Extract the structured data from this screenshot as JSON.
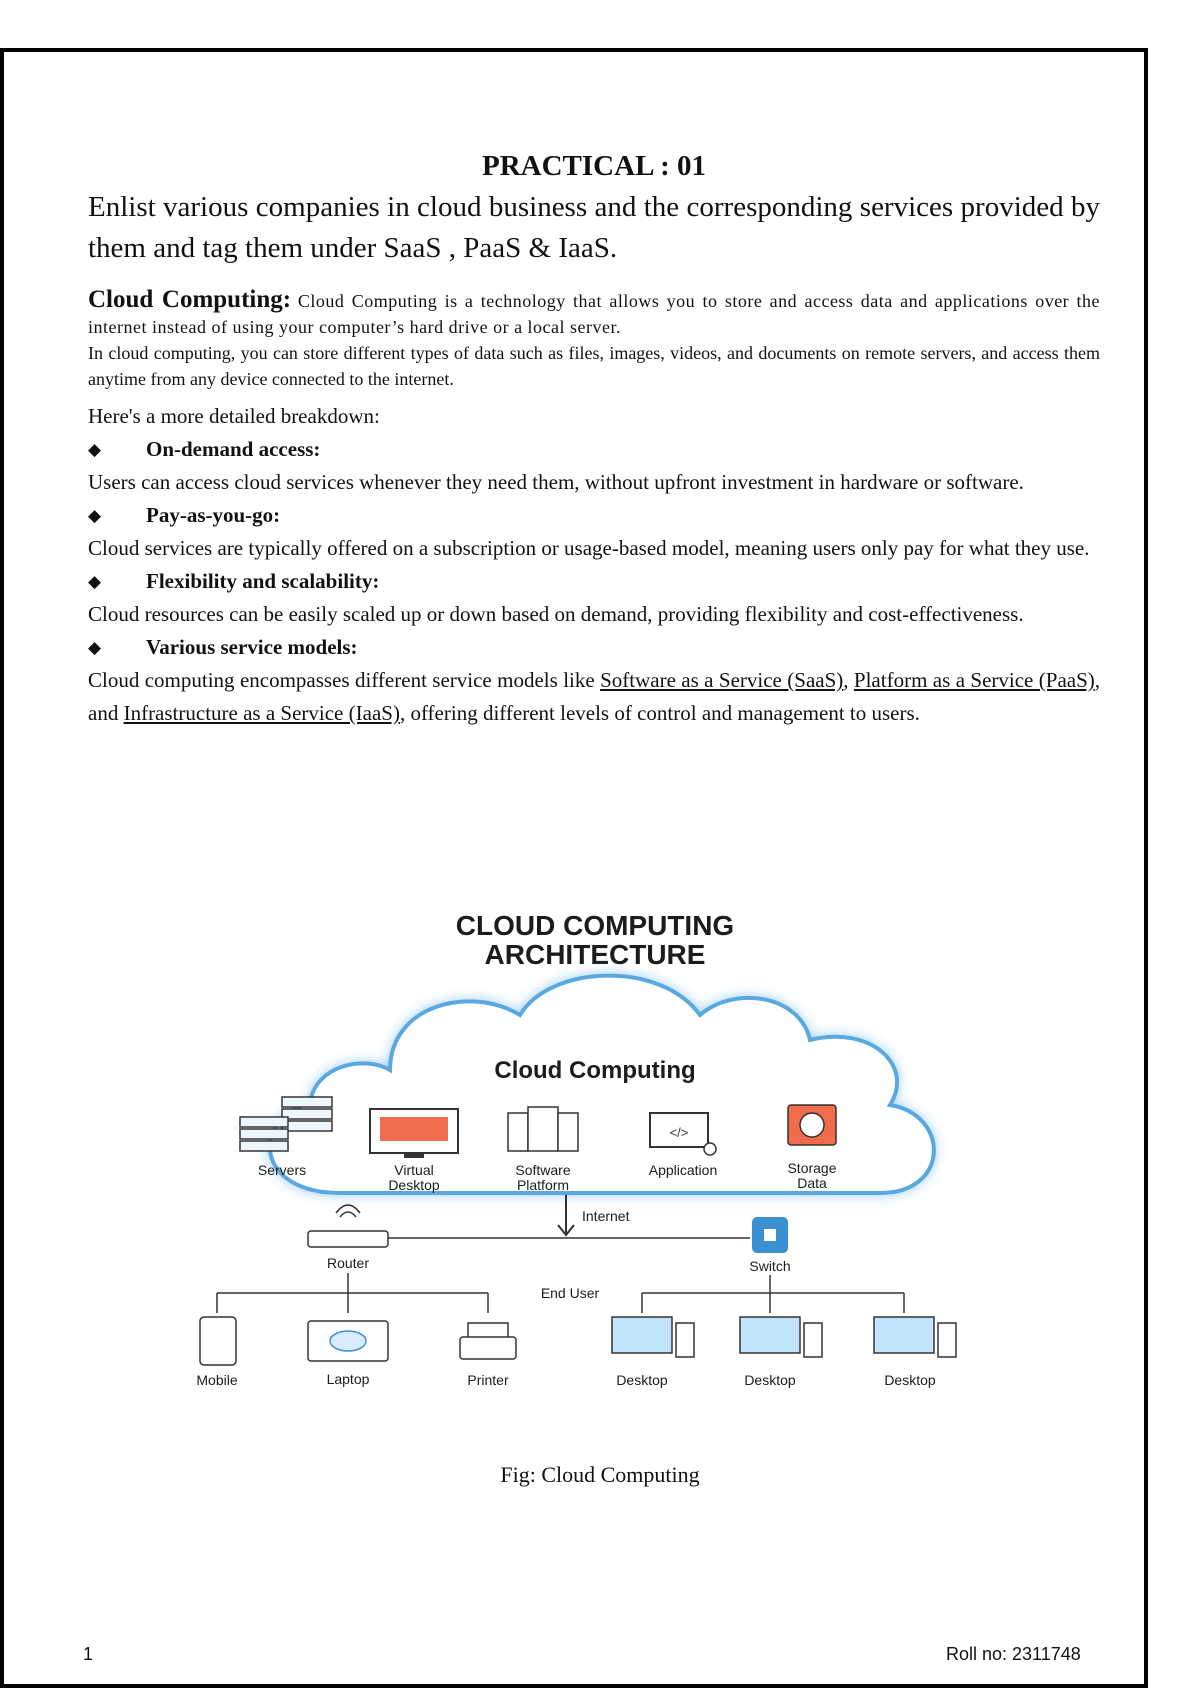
{
  "heading": "PRACTICAL : 01",
  "aim": "Enlist various companies in cloud business and the corresponding services provided by them and tag them under SaaS , PaaS & IaaS.",
  "definition": {
    "term": "Cloud Computing:",
    "text1": "Cloud Computing is a technology that allows you to store and access data and applications over the internet instead of using your computer’s hard drive or a local server.",
    "text2": "In cloud computing, you can store different types of data such as files, images, videos, and documents on remote servers, and access them anytime from any device connected to the internet."
  },
  "breakdown_intro": "Here's a more detailed breakdown:",
  "bullet_symbol": "◆",
  "points": [
    {
      "title": "On-demand access:",
      "text": "Users can access cloud services whenever they need them, without upfront investment in hardware or software."
    },
    {
      "title": "Pay-as-you-go:",
      "text": "Cloud services are typically offered on a subscription or usage-based model, meaning users only pay for what they use."
    },
    {
      "title": "Flexibility and scalability:",
      "text": "Cloud resources can be easily scaled up or down based on demand, providing flexibility and cost-effectiveness."
    },
    {
      "title": "Various service models:",
      "text_prefix": "Cloud computing encompasses different service models like ",
      "link1": "Software as a Service (SaaS)",
      "sep1": ", ",
      "link2": "Platform as a Service (PaaS)",
      "sep2": ", and ",
      "link3": "Infrastructure as a Service (IaaS)",
      "text_suffix": ", offering different levels of control and management to users."
    }
  ],
  "diagram": {
    "title_line1": "CLOUD COMPUTING",
    "title_line2": "ARCHITECTURE",
    "cloud_label": "Cloud Computing",
    "services": [
      {
        "line1": "Servers",
        "line2": ""
      },
      {
        "line1": "Virtual",
        "line2": "Desktop"
      },
      {
        "line1": "Software",
        "line2": "Platform"
      },
      {
        "line1": "Application",
        "line2": ""
      },
      {
        "line1": "Storage",
        "line2": "Data"
      }
    ],
    "internet_label": "Internet",
    "router_label": "Router",
    "switch_label": "Switch",
    "end_user_label": "End User",
    "devices_left": [
      "Mobile",
      "Laptop",
      "Printer"
    ],
    "devices_right": [
      "Desktop",
      "Desktop",
      "Desktop"
    ],
    "colors": {
      "accent": "#3a8fd1",
      "light": "#d8ecfb",
      "dark": "#1c1c1c"
    }
  },
  "caption": "Fig: Cloud Computing",
  "footer": {
    "page_number": "1",
    "roll": "Roll no: 2311748"
  }
}
